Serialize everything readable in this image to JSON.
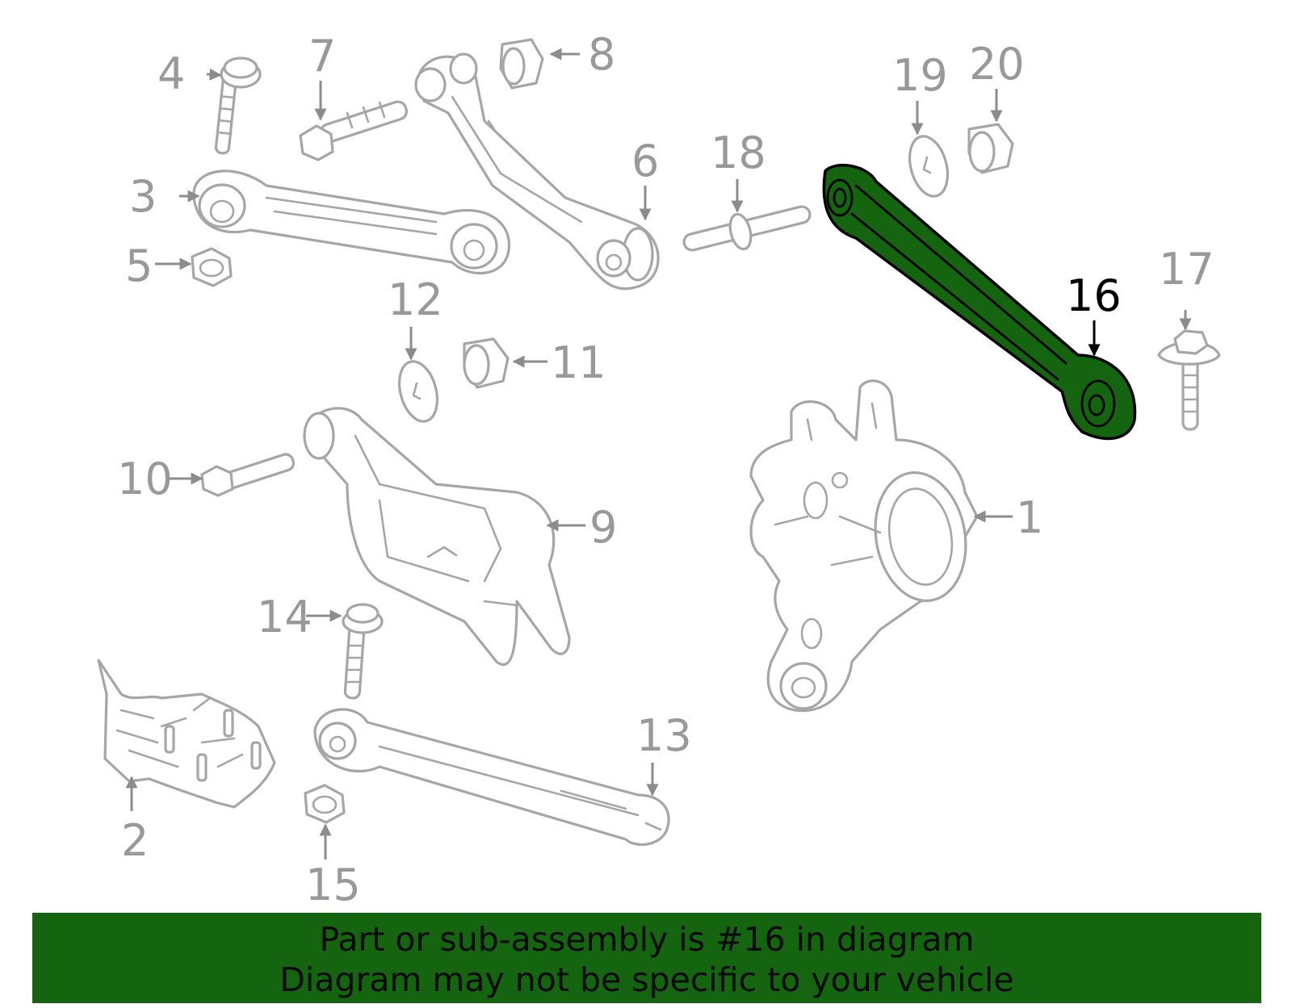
{
  "diagram": {
    "highlighted_part": "16",
    "callouts": {
      "c1": "1",
      "c2": "2",
      "c3": "3",
      "c4": "4",
      "c5": "5",
      "c6": "6",
      "c7": "7",
      "c8": "8",
      "c9": "9",
      "c10": "10",
      "c11": "11",
      "c12": "12",
      "c13": "13",
      "c14": "14",
      "c15": "15",
      "c16": "16",
      "c17": "17",
      "c18": "18",
      "c19": "19",
      "c20": "20"
    },
    "colors": {
      "highlight": "#146410",
      "line": "#a6a6a6",
      "label": "#999999"
    }
  },
  "banner": {
    "line1": "Part or sub-assembly is #16 in diagram",
    "line2": "Diagram may not be specific to your vehicle"
  }
}
